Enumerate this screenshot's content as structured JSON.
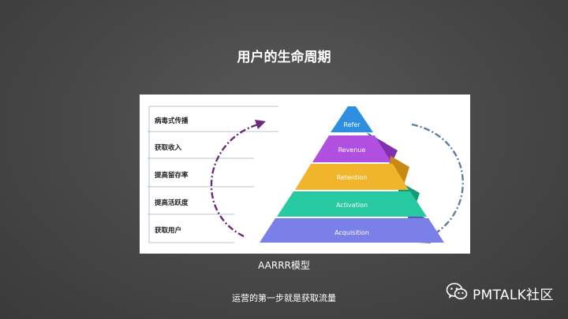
{
  "slide": {
    "title": "用户的生命周期",
    "caption": "AARRR模型",
    "note": "运营的第一步就是获取流量"
  },
  "figure": {
    "stages": [
      "病毒式传播",
      "获取收入",
      "提高留存率",
      "提高活跃度",
      "获取用户"
    ],
    "pyramid_layers": [
      {
        "label": "Refer",
        "color": "#2e8fe0"
      },
      {
        "label": "Revenue",
        "color": "#b14fe0"
      },
      {
        "label": "Retention",
        "color": "#f1b52b"
      },
      {
        "label": "Activation",
        "color": "#27c9a0"
      },
      {
        "label": "Acquisition",
        "color": "#7b7fe8"
      }
    ],
    "left_arrow_color": "#6a2a7a",
    "right_arrow_color": "#5b7ea8"
  },
  "watermark": {
    "icon": "wechat-icon",
    "text": "PMTALK社区"
  }
}
